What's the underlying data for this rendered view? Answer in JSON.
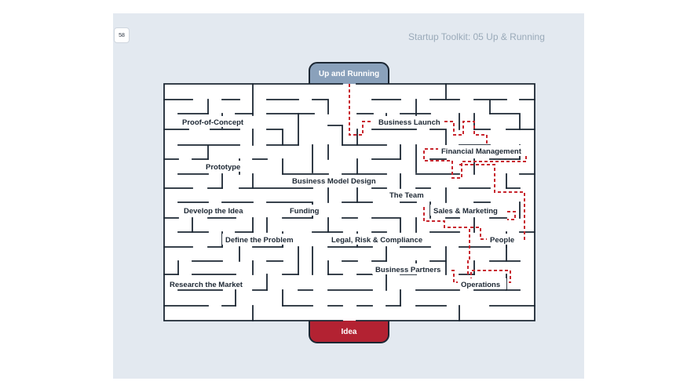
{
  "slide": {
    "page_number": "58",
    "title": "Startup Toolkit: 05 Up & Running"
  },
  "maze": {
    "start_label": "Idea",
    "end_label": "Up and Running",
    "colors": {
      "start": "#b32232",
      "end": "#8aa1bb",
      "walls": "#1c2733",
      "path": "#c8262e"
    },
    "milestones": {
      "proof_of_concept": "Proof-of-Concept",
      "prototype": "Prototype",
      "develop_idea": "Develop the Idea",
      "define_problem": "Define the Problem",
      "research_market": "Research the Market",
      "business_model": "Business Model Design",
      "funding": "Funding",
      "legal": "Legal, Risk & Compliance",
      "business_partners": "Business Partners",
      "the_team": "The Team",
      "business_launch": "Business Launch",
      "financial_management": "Financial Management",
      "sales_marketing": "Sales & Marketing",
      "people": "People",
      "operations": "Operations"
    }
  }
}
